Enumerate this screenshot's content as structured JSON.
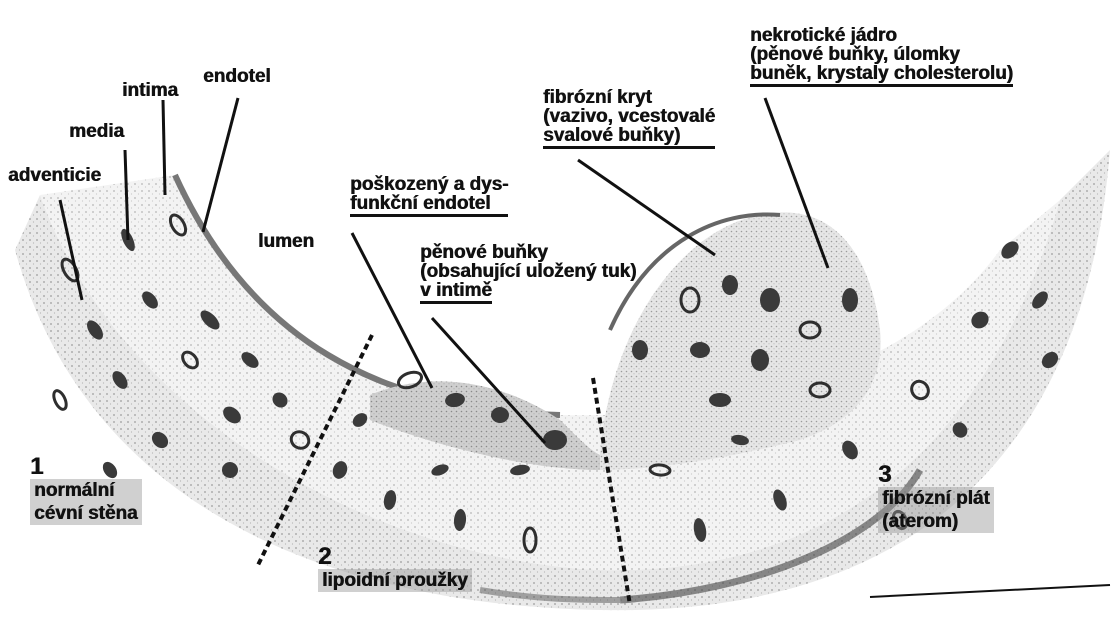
{
  "labels": {
    "intima": "intima",
    "endotel": "endotel",
    "media": "media",
    "adventicie": "adventicie",
    "lumen": "lumen",
    "damaged_endothelium": [
      "poškozený a dys-",
      "funkční endotel"
    ],
    "foam_cells": [
      "pěnové buňky",
      "(obsahující uložený tuk)",
      "v intimě"
    ],
    "fibrous_cap": [
      "fibrózní kryt",
      "(vazivo, vcestovalé",
      "svalové buňky)"
    ],
    "necrotic_core": [
      "nekrotické jádro",
      "(pěnové buňky, úlomky",
      "buněk, krystaly cholesterolu)"
    ]
  },
  "stages": [
    {
      "number": "1",
      "lines": [
        "normální",
        "cévní stěna"
      ]
    },
    {
      "number": "2",
      "lines": [
        "lipoidní proužky"
      ]
    },
    {
      "number": "3",
      "lines": [
        "fibrózní plát",
        "(aterom)"
      ]
    }
  ],
  "colors": {
    "ink": "#111111",
    "wall_light": "#efefef",
    "wall_mid": "#d9d9d9",
    "fat_streak": "#cfcfcf",
    "plaque": "#e7e7e7",
    "nucleus": "#3a3a3a"
  }
}
